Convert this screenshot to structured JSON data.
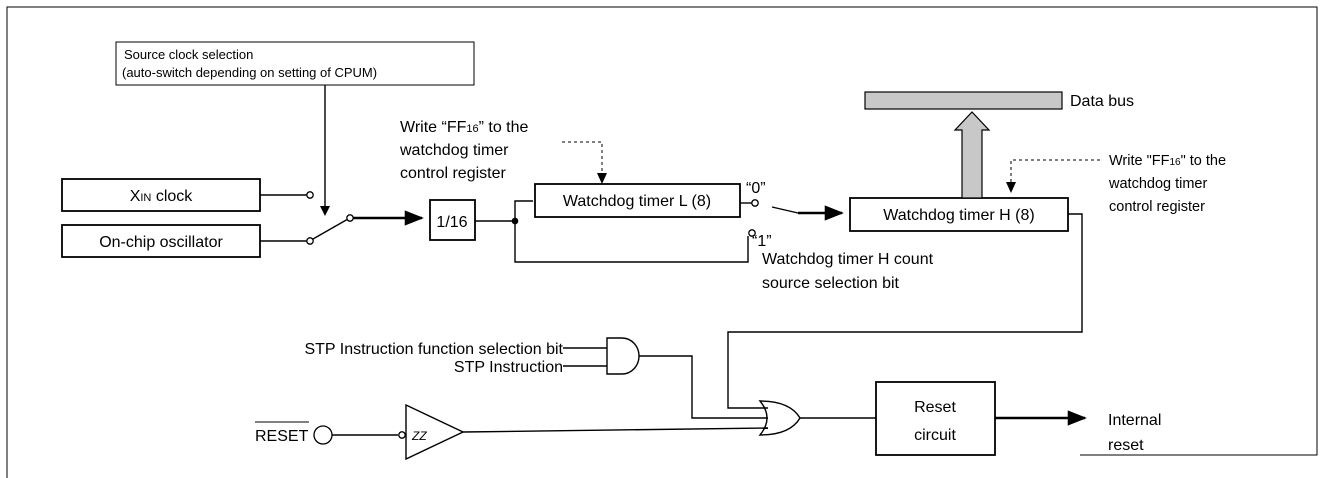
{
  "source_clock_box": {
    "line1": "Source clock selection",
    "line2": "(auto-switch depending on setting of CPUM)"
  },
  "xin_clock": {
    "main": "X",
    "sub": "IN",
    "rest": " clock"
  },
  "onchip_osc": "On-chip oscillator",
  "divider": "1/16",
  "write_left": {
    "line1_pre": "Write “FF",
    "line1_sub": "16",
    "line1_post": "” to the",
    "line2": "watchdog timer",
    "line3": "control register"
  },
  "wdt_l": "Watchdog timer L (8)",
  "wdt_h": "Watchdog timer H (8)",
  "sel0": "“0”",
  "sel1": "“1”",
  "count_sel": {
    "line1": "Watchdog timer H count",
    "line2": "source selection bit"
  },
  "data_bus": "Data bus",
  "write_right": {
    "line1_pre": "Write \"FF",
    "line1_sub": "16",
    "line1_post": "\" to the",
    "line2": "watchdog timer",
    "line3": "control register"
  },
  "stp_func": "STP Instruction function selection bit",
  "stp_instr": "STP Instruction",
  "reset_pin": "RESET",
  "schmitt_symbol": "ZZ",
  "reset_circuit": {
    "line1": "Reset",
    "line2": "circuit"
  },
  "internal_reset": {
    "line1": "Internal",
    "line2": "reset"
  }
}
